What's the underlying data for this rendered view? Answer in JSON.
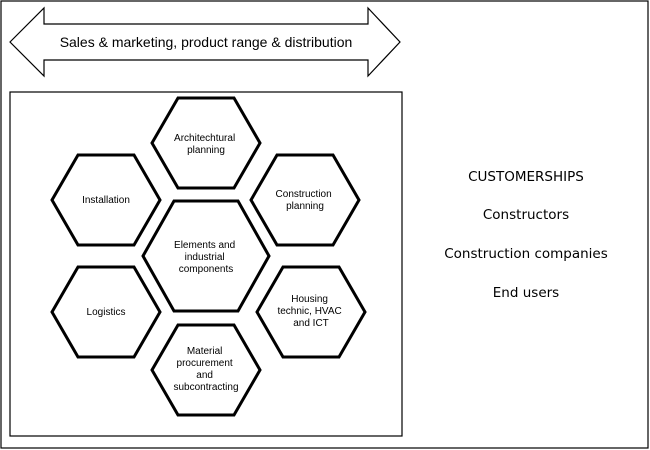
{
  "arrow": {
    "label": "Sales & marketing, product range & distribution"
  },
  "hexagons": {
    "architectural_planning": [
      "Architechtural",
      "planning"
    ],
    "installation": [
      "Installation"
    ],
    "construction_planning": [
      "Construction",
      "planning"
    ],
    "center": [
      "Elements and",
      "industrial",
      "components"
    ],
    "logistics": [
      "Logistics"
    ],
    "housing": [
      "Housing",
      "technic, HVAC",
      "and ICT"
    ],
    "material": [
      "Material",
      "procurement",
      "and",
      "subcontracting"
    ]
  },
  "customerships": {
    "title": "CUSTOMERSHIPS",
    "items": [
      "Constructors",
      "Construction companies",
      "End users"
    ]
  }
}
